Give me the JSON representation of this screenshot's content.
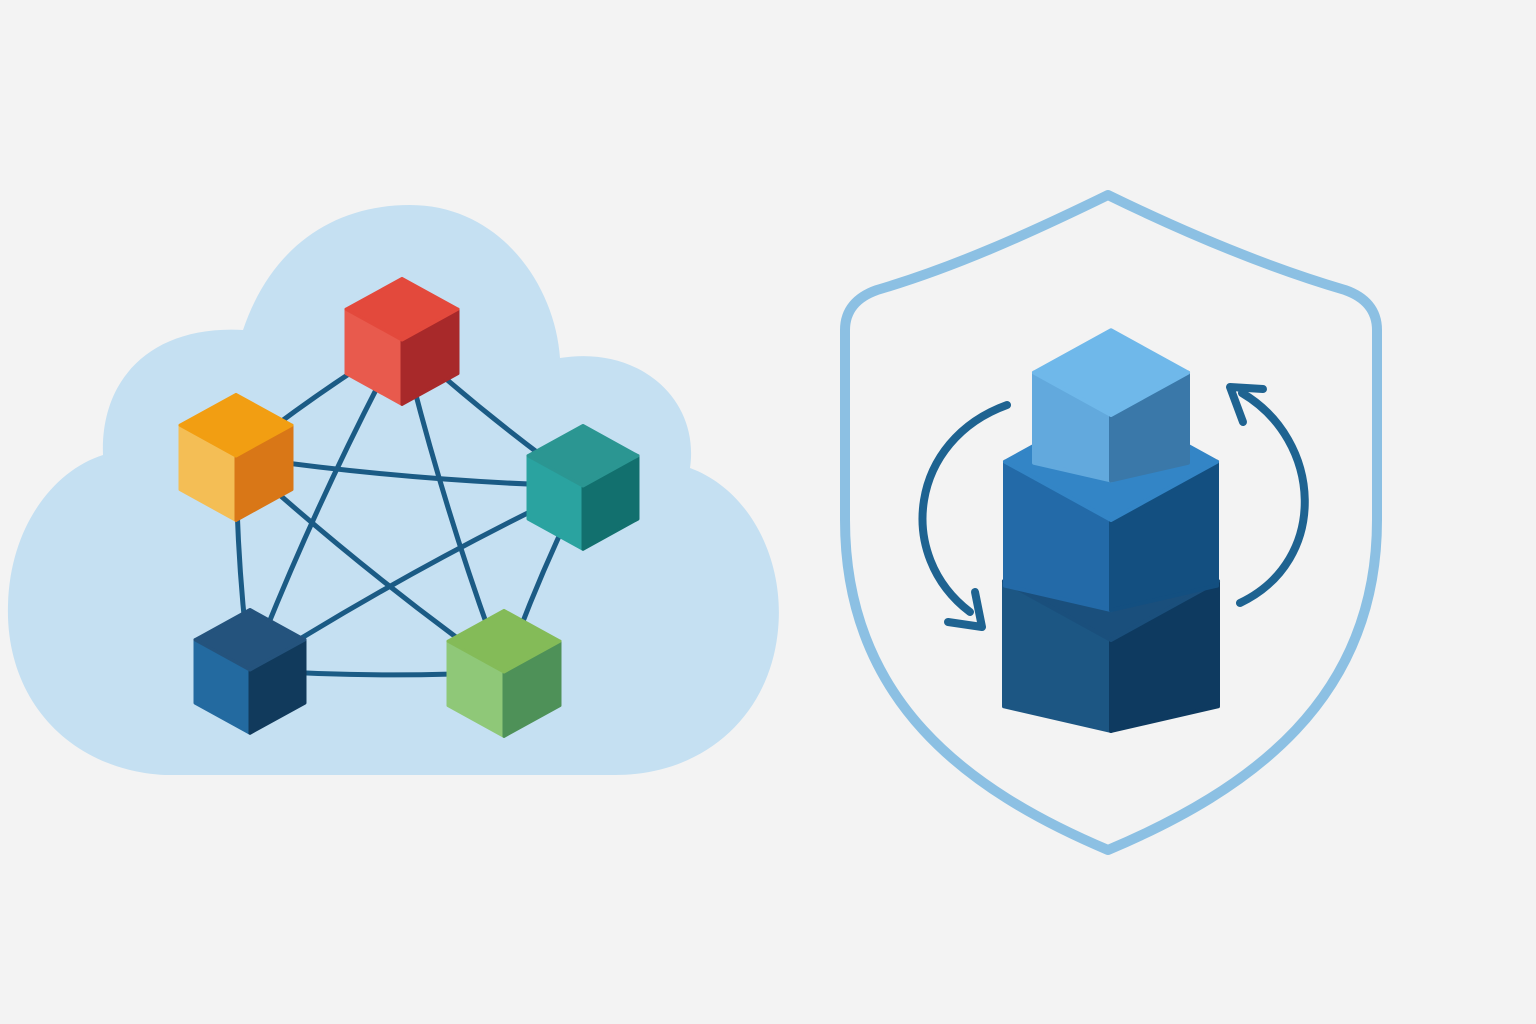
{
  "background": "#f3f3f3",
  "cloud_network": {
    "cloud_color": "#c5e0f2",
    "edge_color": "#1b5b85",
    "nodes": [
      {
        "id": "red",
        "icon": "red-cube-icon",
        "top": "#e3493c",
        "left": "#e85a4d",
        "right": "#a8292a"
      },
      {
        "id": "orange",
        "icon": "orange-cube-icon",
        "top": "#f29e12",
        "left": "#f4be55",
        "right": "#d97717"
      },
      {
        "id": "teal",
        "icon": "teal-cube-icon",
        "top": "#2b9692",
        "left": "#2aa3a0",
        "right": "#12706e"
      },
      {
        "id": "blue",
        "icon": "dark-blue-cube-icon",
        "top": "#24537d",
        "left": "#236aa0",
        "right": "#113a5c"
      },
      {
        "id": "green",
        "icon": "green-cube-icon",
        "top": "#84bb58",
        "left": "#8fc878",
        "right": "#4e9158"
      }
    ],
    "edges": [
      [
        "red",
        "orange"
      ],
      [
        "red",
        "teal"
      ],
      [
        "red",
        "blue"
      ],
      [
        "red",
        "green"
      ],
      [
        "orange",
        "teal"
      ],
      [
        "orange",
        "blue"
      ],
      [
        "orange",
        "green"
      ],
      [
        "teal",
        "blue"
      ],
      [
        "teal",
        "green"
      ],
      [
        "blue",
        "green"
      ]
    ]
  },
  "shield_stack": {
    "shield_color": "#8cc0e3",
    "arrow_color": "#1e6391",
    "icons": [
      "shield-icon",
      "cube-stack-icon",
      "rotate-arrows-icon"
    ],
    "cubes": [
      {
        "icon": "light-blue-cube-icon",
        "top": "#6fb8ea",
        "left": "#62a9dd",
        "right": "#3a78a9"
      },
      {
        "icon": "mid-blue-cube-icon",
        "top": "#3385c6",
        "left": "#236aa8",
        "right": "#134f80"
      },
      {
        "icon": "navy-cube-icon",
        "top": "#1a4f7c",
        "left": "#1c5683",
        "right": "#0e3a60"
      }
    ]
  }
}
